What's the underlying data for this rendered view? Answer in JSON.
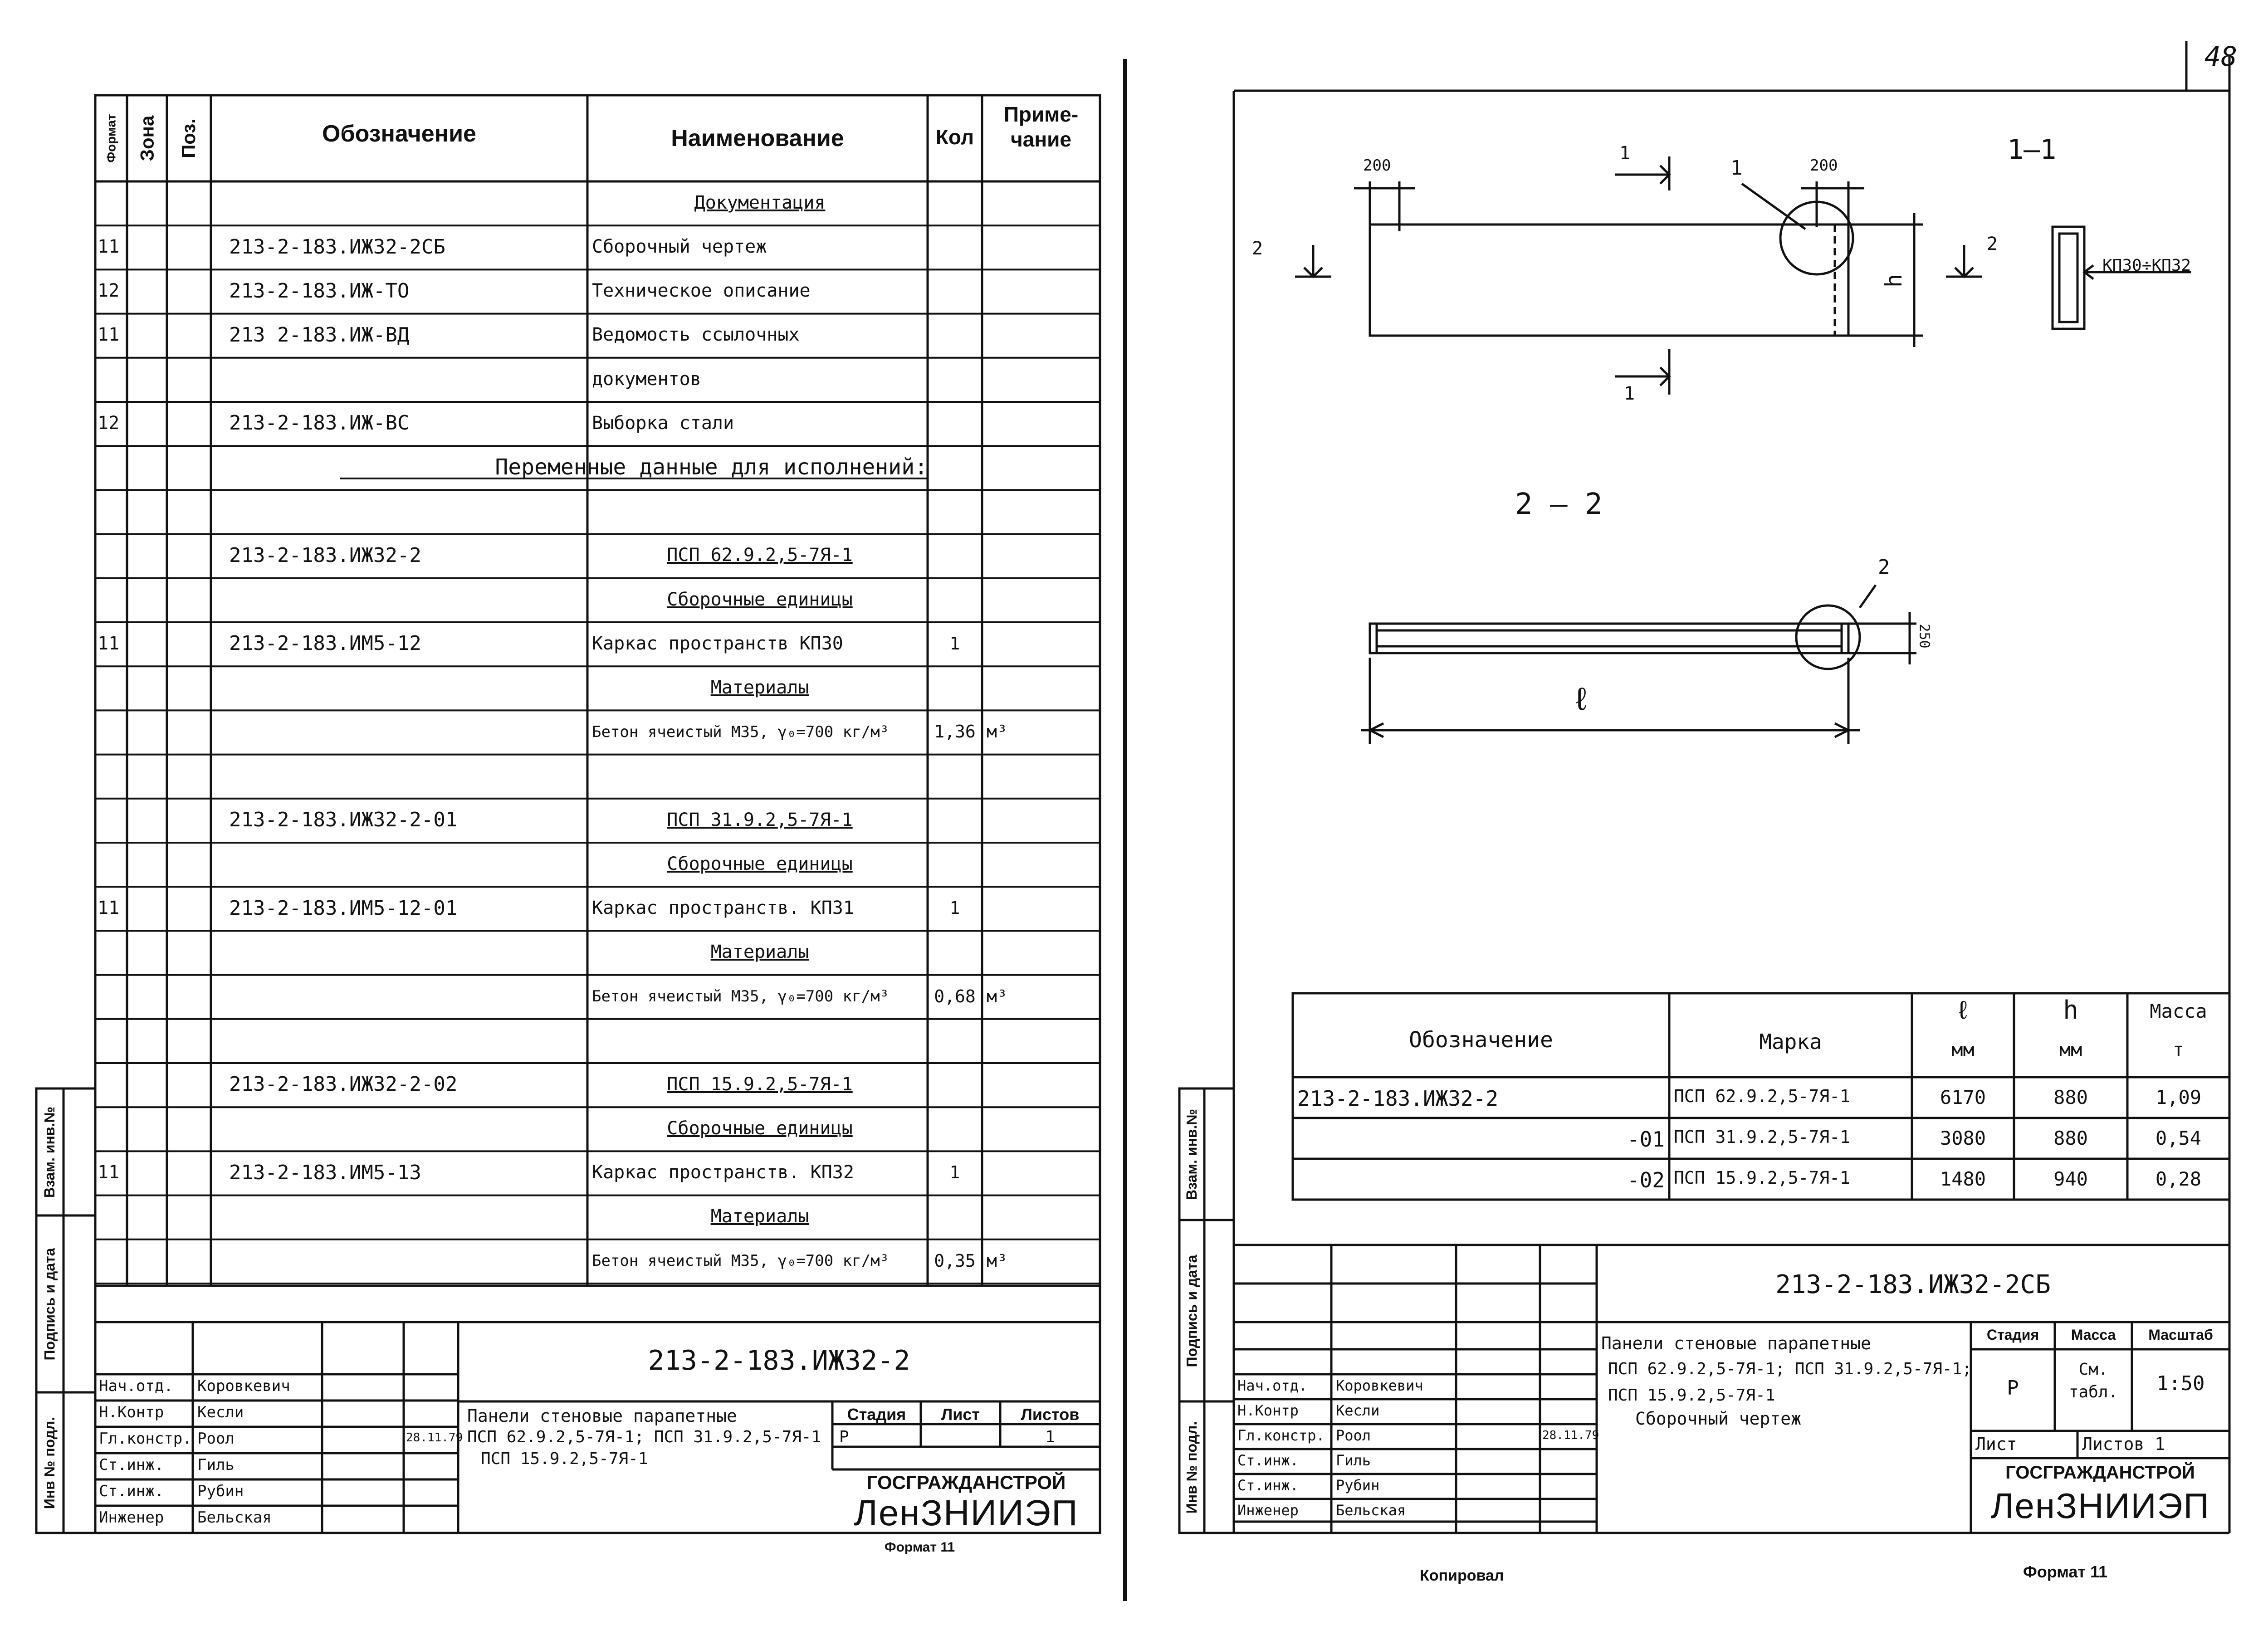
{
  "page_number": "48",
  "spec": {
    "headers": {
      "format": "Формат",
      "zone": "Зона",
      "pos": "Поз.",
      "designation": "Обозначение",
      "name": "Наименование",
      "qty": "Кол",
      "note": "Приме-\nчание"
    },
    "rows": [
      {
        "fmt": "",
        "des": "",
        "name": "Документация",
        "qty": "",
        "note": ""
      },
      {
        "fmt": "11",
        "des": "213-2-183.ИЖ32-2СБ",
        "name": "Сборочный чертеж",
        "qty": "",
        "note": ""
      },
      {
        "fmt": "12",
        "des": "213-2-183.ИЖ-ТО",
        "name": "Техническое описание",
        "qty": "",
        "note": ""
      },
      {
        "fmt": "11",
        "des": "213 2-183.ИЖ-ВД",
        "name": "Ведомость ссылочных",
        "qty": "",
        "note": ""
      },
      {
        "fmt": "",
        "des": "",
        "name": "документов",
        "qty": "",
        "note": ""
      },
      {
        "fmt": "12",
        "des": "213-2-183.ИЖ-ВС",
        "name": "Выборка стали",
        "qty": "",
        "note": ""
      },
      {
        "fmt": "",
        "des": "Переменные данные для исполнений:",
        "name": "",
        "qty": "",
        "note": ""
      },
      {
        "fmt": "",
        "des": "",
        "name": "",
        "qty": "",
        "note": ""
      },
      {
        "fmt": "",
        "des": "213-2-183.ИЖ32-2",
        "name": "ПСП 62.9.2,5-7Я-1",
        "qty": "",
        "note": ""
      },
      {
        "fmt": "",
        "des": "",
        "name": "Сборочные единицы",
        "qty": "",
        "note": ""
      },
      {
        "fmt": "11",
        "des": "213-2-183.ИМ5-12",
        "name": "Каркас пространств КП30",
        "qty": "1",
        "note": ""
      },
      {
        "fmt": "",
        "des": "",
        "name": "Материалы",
        "qty": "",
        "note": ""
      },
      {
        "fmt": "",
        "des": "",
        "name": "Бетон ячеистый М35, γ₀=700 кг/м³",
        "qty": "1,36",
        "note": "м³"
      },
      {
        "fmt": "",
        "des": "",
        "name": "",
        "qty": "",
        "note": ""
      },
      {
        "fmt": "",
        "des": "213-2-183.ИЖ32-2-01",
        "name": "ПСП 31.9.2,5-7Я-1",
        "qty": "",
        "note": ""
      },
      {
        "fmt": "",
        "des": "",
        "name": "Сборочные единицы",
        "qty": "",
        "note": ""
      },
      {
        "fmt": "11",
        "des": "213-2-183.ИМ5-12-01",
        "name": "Каркас пространств. КП31",
        "qty": "1",
        "note": ""
      },
      {
        "fmt": "",
        "des": "",
        "name": "Материалы",
        "qty": "",
        "note": ""
      },
      {
        "fmt": "",
        "des": "",
        "name": "Бетон ячеистый М35, γ₀=700 кг/м³",
        "qty": "0,68",
        "note": "м³"
      },
      {
        "fmt": "",
        "des": "",
        "name": "",
        "qty": "",
        "note": ""
      },
      {
        "fmt": "",
        "des": "213-2-183.ИЖ32-2-02",
        "name": "ПСП 15.9.2,5-7Я-1",
        "qty": "",
        "note": ""
      },
      {
        "fmt": "",
        "des": "",
        "name": "Сборочные единицы",
        "qty": "",
        "note": ""
      },
      {
        "fmt": "11",
        "des": "213-2-183.ИМ5-13",
        "name": "Каркас пространств. КП32",
        "qty": "1",
        "note": ""
      },
      {
        "fmt": "",
        "des": "",
        "name": "Материалы",
        "qty": "",
        "note": ""
      },
      {
        "fmt": "",
        "des": "",
        "name": "Бетон ячеистый М35, γ₀=700 кг/м³",
        "qty": "0,35",
        "note": "м³"
      }
    ]
  },
  "left_title": {
    "code": "213-2-183.ИЖ32-2",
    "desc1": "Панели стеновые парапетные",
    "desc2": "ПСП 62.9.2,5-7Я-1; ПСП 31.9.2,5-7Я-1",
    "desc3": "ПСП 15.9.2,5-7Я-1",
    "stage_h": "Стадия",
    "sheet_h": "Лист",
    "sheets_h": "Листов",
    "stage": "Р",
    "sheets": "1",
    "org1": "ГОСГРАЖДАНСТРОЙ",
    "org2": "ЛенЗНИИЭП",
    "format": "Формат 11",
    "date": "28.11.79",
    "people": [
      {
        "role": "Нач.отд.",
        "name": "Коровкевич"
      },
      {
        "role": "Н.Контр",
        "name": "Кесли"
      },
      {
        "role": "Гл.констр.",
        "name": "Роол"
      },
      {
        "role": "Ст.инж.",
        "name": "Гиль"
      },
      {
        "role": "Ст.инж.",
        "name": "Рубин"
      },
      {
        "role": "Инженер",
        "name": "Бельская"
      }
    ]
  },
  "side_labels": {
    "inv_podl": "Инв № подл.",
    "podpis": "Подпись и дата",
    "vzam": "Взам. инв.№"
  },
  "drawing": {
    "section_1_1": "1—1",
    "section_2_2": "2 — 2",
    "dim_200_a": "200",
    "dim_200_b": "200",
    "dim_250": "250",
    "h": "h",
    "l": "ℓ",
    "label_kp": "КП30÷КП32",
    "cut1_top": "1",
    "cut1_bottom": "1",
    "cut2_left": "2",
    "cut2_right": "2",
    "callout1": "1",
    "callout2": "2"
  },
  "table": {
    "headers": {
      "des": "Обозначение",
      "mark": "Марка",
      "l": "ℓ",
      "l_unit": "мм",
      "h": "h",
      "h_unit": "мм",
      "mass": "Масса",
      "mass_unit": "т"
    },
    "rows": [
      {
        "des": "213-2-183.ИЖ32-2",
        "mark": "ПСП 62.9.2,5-7Я-1",
        "l": "6170",
        "h": "880",
        "mass": "1,09"
      },
      {
        "des": "-01",
        "mark": "ПСП 31.9.2,5-7Я-1",
        "l": "3080",
        "h": "880",
        "mass": "0,54"
      },
      {
        "des": "-02",
        "mark": "ПСП 15.9.2,5-7Я-1",
        "l": "1480",
        "h": "940",
        "mass": "0,28"
      }
    ]
  },
  "right_title": {
    "code": "213-2-183.ИЖ32-2СБ",
    "desc1": "Панели стеновые парапетные",
    "desc2": "ПСП 62.9.2,5-7Я-1; ПСП 31.9.2,5-7Я-1;",
    "desc3": "ПСП 15.9.2,5-7Я-1",
    "desc4": "Сборочный чертеж",
    "stage_h": "Стадия",
    "mass_h": "Масса",
    "scale_h": "Масштаб",
    "stage": "Р",
    "mass": "См. табл.",
    "scale": "1:50",
    "sheet_h": "Лист",
    "sheets_h": "Листов 1",
    "org1": "ГОСГРАЖДАНСТРОЙ",
    "org2": "ЛенЗНИИЭП",
    "date": "28.11.79",
    "people": [
      {
        "role": "Нач.отд.",
        "name": "Коровкевич"
      },
      {
        "role": "Н.Контр",
        "name": "Кесли"
      },
      {
        "role": "Гл.констр.",
        "name": "Роол"
      },
      {
        "role": "Ст.инж.",
        "name": "Гиль"
      },
      {
        "role": "Ст.инж.",
        "name": "Рубин"
      },
      {
        "role": "Инженер",
        "name": "Бельская"
      }
    ]
  },
  "bottom": {
    "copied": "Копировал",
    "format": "Формат 11"
  }
}
